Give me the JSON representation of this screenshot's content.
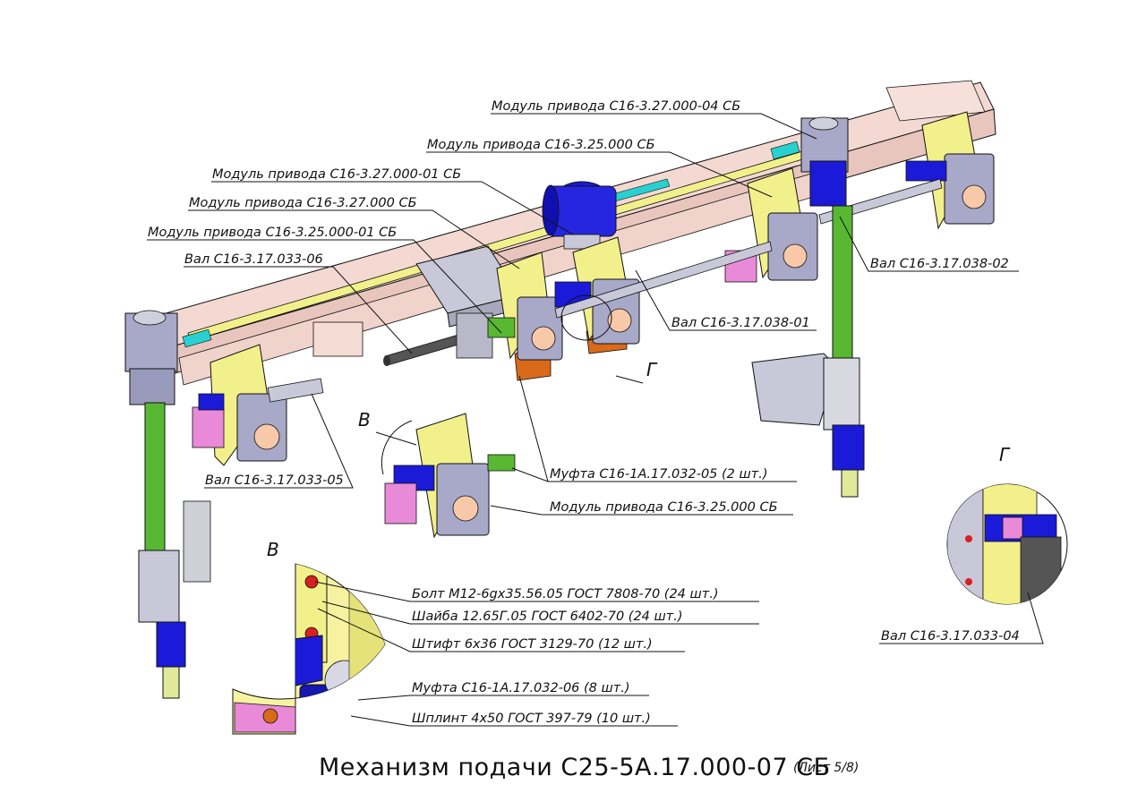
{
  "title": {
    "main": "Механизм подачи С25-5А.17.000-07 СБ",
    "sheet": "(Лист 5/8)"
  },
  "callouts": {
    "drive_04": "Модуль привода С16-3.27.000-04 СБ",
    "drive_25_top": "Модуль привода С16-3.25.000 СБ",
    "drive_01": "Модуль привода С16-3.27.000-01 СБ",
    "drive_27": "Модуль привода С16-3.27.000 СБ",
    "drive_25_01": "Модуль привода С16-3.25.000-01 СБ",
    "shaft_033_06": "Вал С16-3.17.033-06",
    "shaft_038_02": "Вал С16-3.17.038-02",
    "shaft_038_01": "Вал С16-3.17.038-01",
    "shaft_033_05": "Вал С16-3.17.033-05",
    "coupling_05": "Муфта С16-1А.17.032-05 (2 шт.)",
    "drive_25_mid": "Модуль привода С16-3.25.000 СБ",
    "shaft_033_04": "Вал С16-3.17.033-04",
    "bolt": "Болт  М12-6gх35.56.05 ГОСТ 7808-70 (24 шт.)",
    "washer": "Шайба 12.65Г.05 ГОСТ 6402-70 (24 шт.)",
    "pin": "Штифт 6х36 ГОСТ 3129-70  (12 шт.)",
    "coupling_06": "Муфта С16-1А.17.032-06 (8 шт.)",
    "cotter": "Шплинт 4х50 ГОСТ 397-79 (10 шт.)"
  },
  "views": {
    "v_label_assembly": "В",
    "g_label_assembly": "Г",
    "v_label_detail": "В",
    "g_label_detail": "Г"
  },
  "colors": {
    "frame": "#f3d9d2",
    "yellow": "#f2f08a",
    "blue": "#1a1ad8",
    "green": "#58b832",
    "steel": "#c8c8d8",
    "pink": "#e98ad8",
    "orange": "#d86a1a",
    "line": "#111111"
  }
}
